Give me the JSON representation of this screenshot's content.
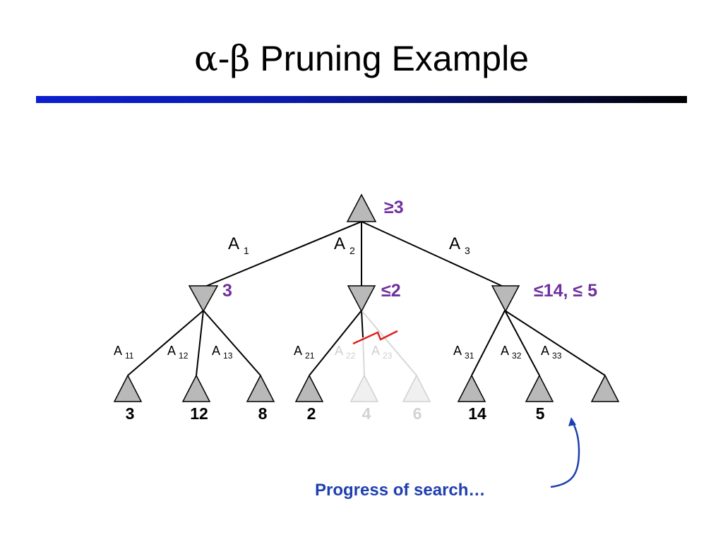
{
  "slide": {
    "title_alpha": "α",
    "title_dash": "-",
    "title_beta": "β",
    "title_rest": " Pruning Example"
  },
  "tree": {
    "root_bound": "≥3",
    "branches": [
      {
        "label": "A",
        "sub": "1",
        "bound": "3"
      },
      {
        "label": "A",
        "sub": "2",
        "bound": "≤2"
      },
      {
        "label": "A",
        "sub": "3",
        "bound": "≤14, ≤ 5"
      }
    ],
    "leaf_edges": [
      {
        "label": "A",
        "sub": "11",
        "pruned": false
      },
      {
        "label": "A",
        "sub": "12",
        "pruned": false
      },
      {
        "label": "A",
        "sub": "13",
        "pruned": false
      },
      {
        "label": "A",
        "sub": "21",
        "pruned": false
      },
      {
        "label": "A",
        "sub": "22",
        "pruned": true
      },
      {
        "label": "A",
        "sub": "23",
        "pruned": true
      },
      {
        "label": "A",
        "sub": "31",
        "pruned": false
      },
      {
        "label": "A",
        "sub": "32",
        "pruned": false
      },
      {
        "label": "A",
        "sub": "33",
        "pruned": false
      }
    ],
    "leaves": [
      {
        "value": "3",
        "pruned": false
      },
      {
        "value": "12",
        "pruned": false
      },
      {
        "value": "8",
        "pruned": false
      },
      {
        "value": "2",
        "pruned": false
      },
      {
        "value": "4",
        "pruned": true
      },
      {
        "value": "6",
        "pruned": true
      },
      {
        "value": "14",
        "pruned": false
      },
      {
        "value": "5",
        "pruned": false
      },
      {
        "value": "",
        "pruned": false
      }
    ]
  },
  "annotation": {
    "progress_text": "Progress of search…"
  },
  "colors": {
    "bound_purple": "#7030a0",
    "annotation_blue": "#1f3fb0",
    "cut_red": "#e02020",
    "node_gray": "#b9b9b9",
    "pruned_gray": "#d0d0d0"
  }
}
